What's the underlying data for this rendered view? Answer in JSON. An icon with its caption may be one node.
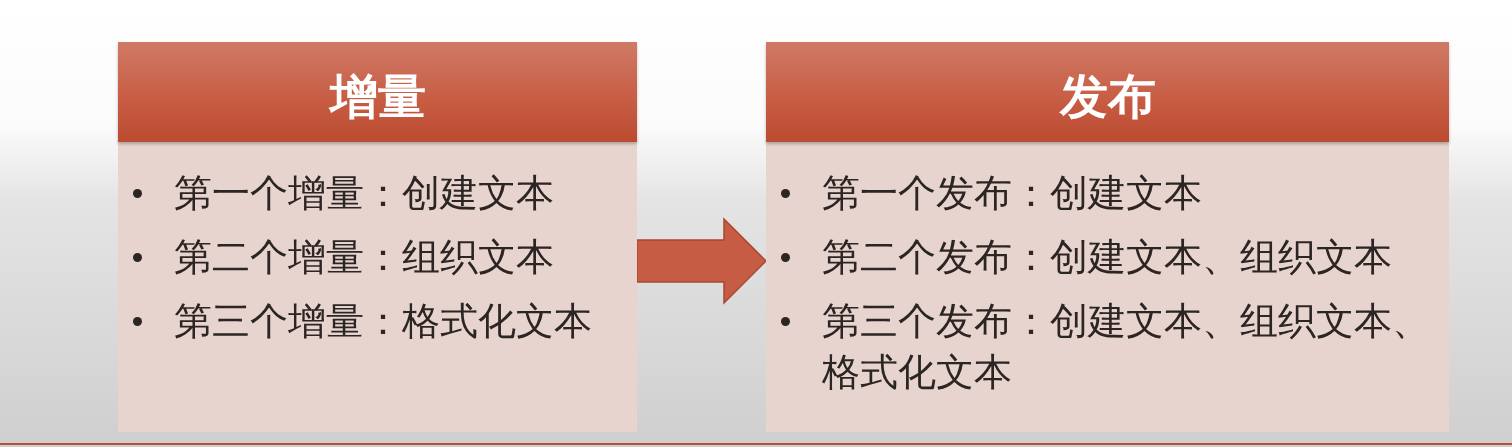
{
  "diagram": {
    "nodes": [
      {
        "text": [
          "增量",
          "第一个增量：创建文本",
          "第二个增量：组织文本",
          "第三个增量：格式化文本"
        ]
      },
      {
        "text": [
          "发布",
          "第一个发布：创建文本",
          "第二个发布：创建文本、组织文本",
          "第三个发布：创建文本、组织文本、格式化文本"
        ]
      }
    ],
    "edges": [
      {
        "from": 0,
        "to": 1,
        "arrow": "to",
        "style": "thick"
      }
    ]
  }
}
